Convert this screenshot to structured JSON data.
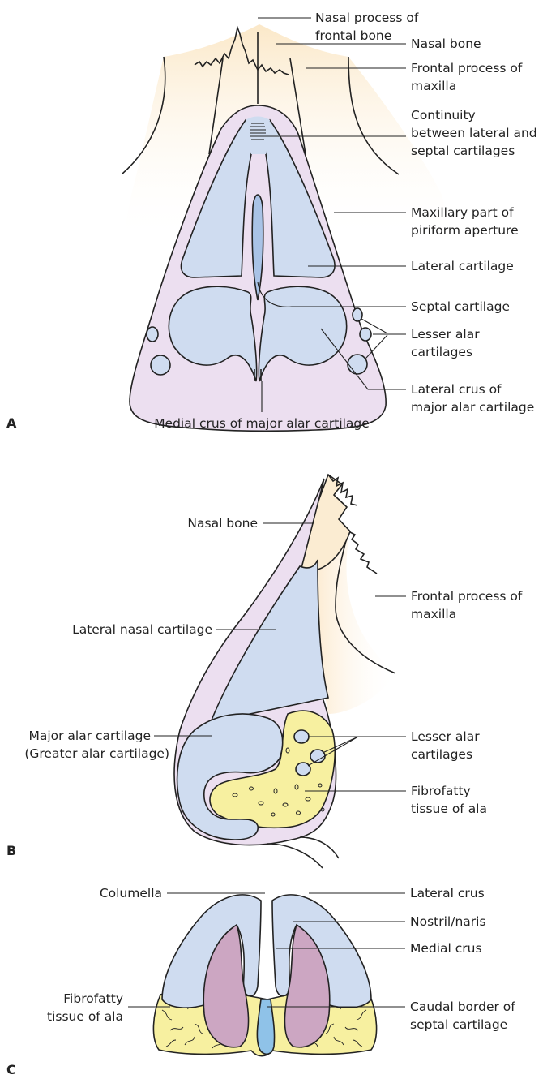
{
  "panels": {
    "A": {
      "letter": "A",
      "labels": {
        "nasal_process_frontal_1": "Nasal process of",
        "nasal_process_frontal_2": "frontal bone",
        "nasal_bone": "Nasal bone",
        "frontal_process_maxilla_1": "Frontal process of",
        "frontal_process_maxilla_2": "maxilla",
        "continuity_1": "Continuity",
        "continuity_2": "between lateral and",
        "continuity_3": "septal cartilages",
        "maxillary_part_1": "Maxillary part of",
        "maxillary_part_2": "piriform aperture",
        "lateral_cartilage": "Lateral cartilage",
        "septal_cartilage": "Septal cartilage",
        "lesser_alar_1": "Lesser alar",
        "lesser_alar_2": "cartilages",
        "lateral_crus_1": "Lateral crus of",
        "lateral_crus_2": "major alar cartilage",
        "medial_crus": "Medial crus of major alar cartilage"
      }
    },
    "B": {
      "letter": "B",
      "labels": {
        "nasal_bone": "Nasal bone",
        "frontal_process_1": "Frontal process of",
        "frontal_process_2": "maxilla",
        "lateral_nasal_cartilage": "Lateral nasal cartilage",
        "major_alar_1": "Major alar cartilage",
        "major_alar_2": "(Greater alar cartilage)",
        "lesser_alar_1": "Lesser alar",
        "lesser_alar_2": "cartilages",
        "fibrofatty_1": "Fibrofatty",
        "fibrofatty_2": "tissue of ala"
      }
    },
    "C": {
      "letter": "C",
      "labels": {
        "columella": "Columella",
        "lateral_crus": "Lateral crus",
        "nostril": "Nostril/naris",
        "medial_crus": "Medial crus",
        "fibrofatty_1": "Fibrofatty",
        "fibrofatty_2": "tissue of ala",
        "caudal_1": "Caudal border of",
        "caudal_2": "septal cartilage"
      }
    }
  },
  "colors": {
    "bone_fill": "#fbecd2",
    "cartilage_fill": "#cfdcf0",
    "skin_fill": "#ecdff0",
    "fat_fill": "#f7f0a0",
    "nostril_fill": "#cca6c2",
    "septum_fill": "#8fc2e8",
    "outline": "#222222"
  }
}
